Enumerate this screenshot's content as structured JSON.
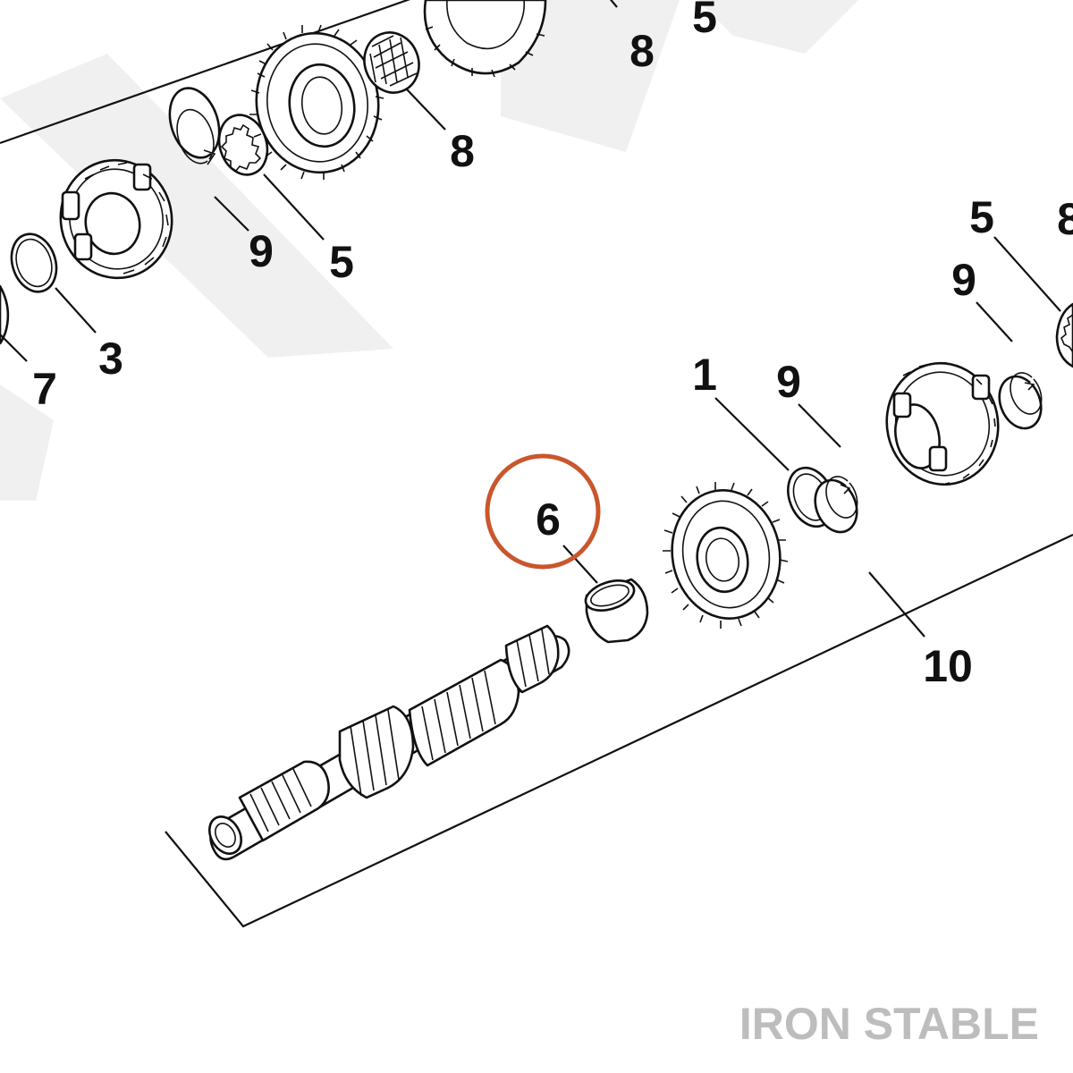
{
  "diagram": {
    "callouts": [
      "1",
      "3",
      "5",
      "6",
      "7",
      "8",
      "9",
      "10"
    ],
    "highlight_color": "#c9562d",
    "watermark_text": "IRON STABLE",
    "watermark_color": "#bdbdbd",
    "background_watermark_color": "#f0f0f0",
    "line_color": "#111111"
  }
}
